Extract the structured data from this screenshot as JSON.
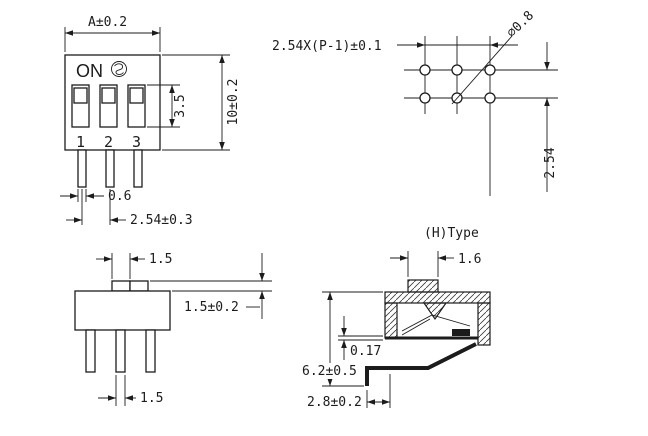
{
  "drawing": {
    "front_view": {
      "on_label": "ON",
      "positions": [
        "1",
        "2",
        "3"
      ],
      "dim_top_width": "A±0.2",
      "dim_height": "10±0.2",
      "dim_window_height": "3.5",
      "dim_pin_thickness": "0.6",
      "dim_pin_pitch": "2.54±0.3"
    },
    "pcb_layout": {
      "dim_span": "2.54X(P-1)±0.1",
      "dim_hole_dia": "∅0.8",
      "dim_row_pitch": "2.54"
    },
    "side_view": {
      "dim_knob_width": "1.5",
      "dim_knob_height": "1.5±0.2",
      "dim_pin_width": "1.5"
    },
    "section_view": {
      "type_label": "(H)Type",
      "dim_actuator_width": "1.6",
      "dim_contact_thickness": "0.17",
      "dim_body_height": "6.2±0.5",
      "dim_lead_offset": "2.8±0.2"
    },
    "icons": {
      "logo": "manufacturer-logo"
    }
  },
  "colors": {
    "ink": "#1c1c1c",
    "paper": "#ffffff"
  }
}
